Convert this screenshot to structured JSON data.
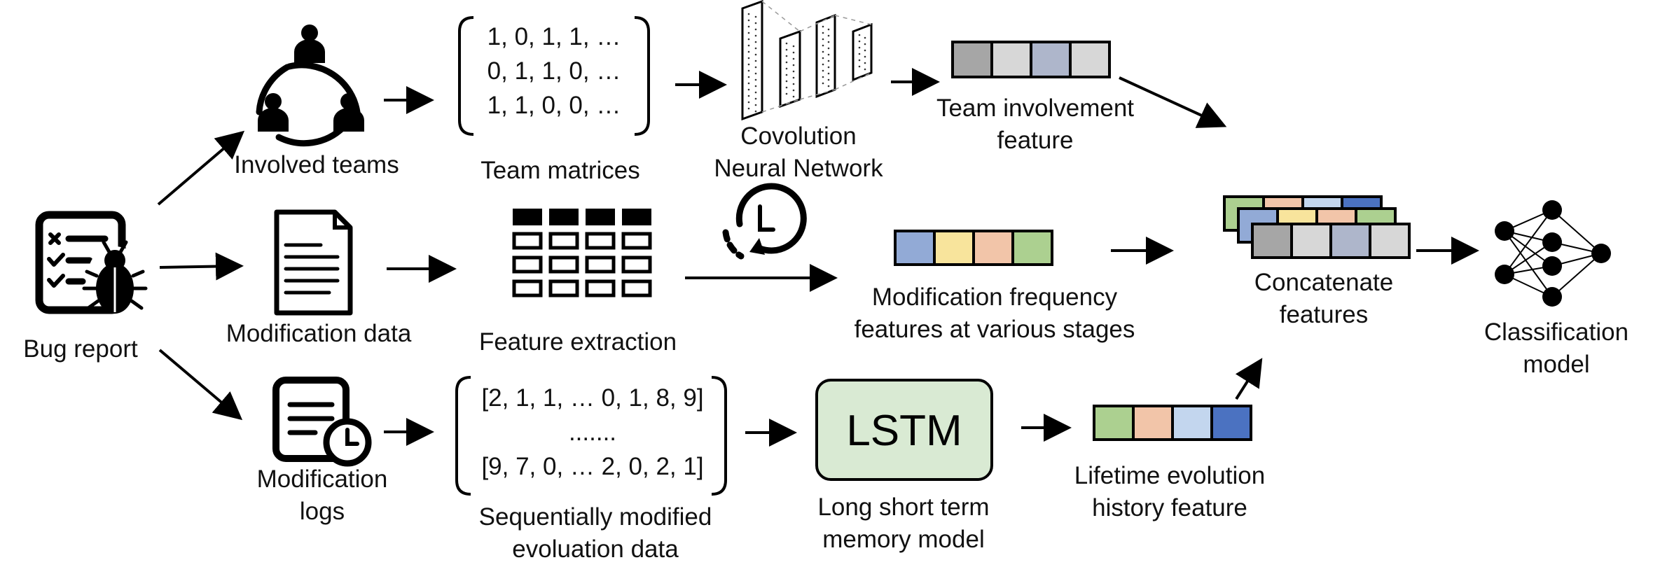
{
  "labels": {
    "bug_report": "Bug report",
    "involved_teams": "Involved teams",
    "modification_data": "Modification data",
    "modification_logs": [
      "Modification",
      "logs"
    ],
    "team_matrices": "Team matrices",
    "feature_extraction": "Feature extraction",
    "sequential_data": [
      "Sequentially modified",
      "evoluation data"
    ],
    "cnn": [
      "Covolution",
      "Neural Network"
    ],
    "team_feature": [
      "Team involvement",
      "feature"
    ],
    "mod_freq_feature": [
      "Modification frequency",
      "features at various stages"
    ],
    "lstm_box": "LSTM",
    "lstm_caption": [
      "Long short term",
      "memory model"
    ],
    "lifetime_feature": [
      "Lifetime evolution",
      "history  feature"
    ],
    "concatenate": [
      "Concatenate",
      "features"
    ],
    "classification": [
      "Classification",
      "model"
    ]
  },
  "team_matrix_rows": [
    "1, 0, 1, 1, …",
    "0, 1, 1, 0, …",
    "1, 1, 0, 0, …"
  ],
  "log_matrix_rows": [
    "[2, 1, 1, … 0, 1, 8, 9]",
    ".......",
    "[9, 7, 0, … 2, 0, 2, 1]"
  ],
  "colors": {
    "gray_dark": "#a6a6a6",
    "gray_light": "#d7d7d7",
    "slate": "#aeb6cb",
    "blue": "#92aad6",
    "yellow": "#f8e49c",
    "salmon": "#f2c5a9",
    "green": "#acd090",
    "light_blue": "#c3d6ee",
    "royal_blue": "#4b72c1",
    "lstm_fill": "#d9ead3",
    "ink": "#000000"
  },
  "feature_vectors": {
    "team": [
      "gray_dark",
      "gray_light",
      "slate",
      "gray_light"
    ],
    "mod_freq": [
      "blue",
      "yellow",
      "salmon",
      "green"
    ],
    "lifetime": [
      "green",
      "salmon",
      "light_blue",
      "royal_blue"
    ],
    "concat_back": [
      "green",
      "salmon",
      "light_blue",
      "royal_blue"
    ],
    "concat_mid": [
      "blue",
      "yellow",
      "salmon",
      "green"
    ],
    "concat_front": [
      "gray_dark",
      "gray_light",
      "slate",
      "gray_light"
    ]
  }
}
